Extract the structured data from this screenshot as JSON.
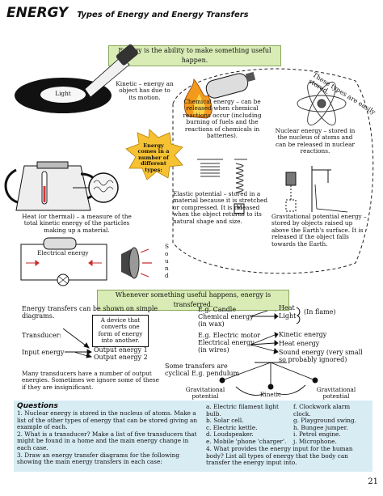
{
  "header": {
    "title": "ENERGY",
    "subtitle": "Types of Energy and Energy Transfers"
  },
  "banner_top": "Energy is the ability to make something useful happen.",
  "stored_label": "These types are easily stored.",
  "light_label": "Light",
  "kinetic_text": "Kinetic – energy an object has due to its motion.",
  "chemical_text": "Chemical energy – can be released when chemical reactions occur (including burning of fuels and the reactions of chemicals in batteries).",
  "nuclear_text": "Nuclear energy – stored in the nucleus of atoms and can be released in nuclear reactions.",
  "starburst_text": "Energy comes in a number of different types:",
  "heat_text": "Heat (or thermal) – a measure of the total kinetic energy of the particles making up a material.",
  "elastic_text": "Elastic potential – stored in a material because it is stretched or compressed. It is released when the object returns to its natural shape and size.",
  "mass_label": "M",
  "gravitational_text": "Gravitational potential energy – stored by objects raised up above the Earth's surface. It is released if the object falls towards the Earth.",
  "electrical_label": "Electrical energy",
  "sound_label": "Sound",
  "banner_mid": "Whenever something useful happens, energy is transferred.",
  "transfers_intro": "Energy transfers can be shown on simple diagrams.",
  "transducer_label": "Transducer:",
  "transducer_box": "A device that converts one form of energy into another.",
  "input_energy": "Input energy",
  "output1": "Output energy 1",
  "output2": "Output energy 2",
  "many_transducers": "Many transducers have a number of output energies. Sometimes we ignore some of these if they are insignificant.",
  "candle": {
    "eg": "E.g. Candle",
    "input": "Chemical energy",
    "input_note": "(in wax)",
    "out1": "Heat",
    "out2": "Light",
    "flame_note": "(In flame)"
  },
  "motor": {
    "eg": "E.g. Electric motor",
    "input": "Electrical energy",
    "input_note": "(in wires)",
    "out1": "Kinetic energy",
    "out2": "Heat energy",
    "out3": "Sound energy (very small",
    "out3b": "so probably ignored)"
  },
  "cyclical_text": "Some transfers are cyclical E.g. pendulum",
  "pendulum": {
    "left": "Gravitational potential",
    "mid": "Kinetic",
    "right": "Gravitational potential"
  },
  "questions": {
    "title": "Questions",
    "items": [
      "1. Nuclear energy is stored in the nucleus of atoms. Make a list of the other types of energy that can be stored giving an example of each.",
      "2. What is a transducer? Make a list of five transducers that might be found in a home and the main energy change in each case.",
      "3. Draw an energy transfer diagrams for the following showing the main energy transfers in each case:"
    ],
    "col2": [
      "a. Electric filament light bulb.",
      "b. Solar cell.",
      "c. Electric kettle.",
      "d. Loudspeaker.",
      "e. Mobile 'phone 'charger'."
    ],
    "col3": [
      "f. Clockwork alarm clock.",
      "g. Playground swing.",
      "h. Bungee jumper.",
      "i. Petrol engine.",
      "j. Microphone."
    ],
    "item4": "4. What provides the energy input for the human body? List all types of energy that the body can transfer the energy input into."
  },
  "page_number": "21",
  "colors": {
    "banner": "#d9ecb5",
    "questions": "#d8ecf4",
    "flame": "#f39a1e",
    "starburst": "#f6c233"
  }
}
